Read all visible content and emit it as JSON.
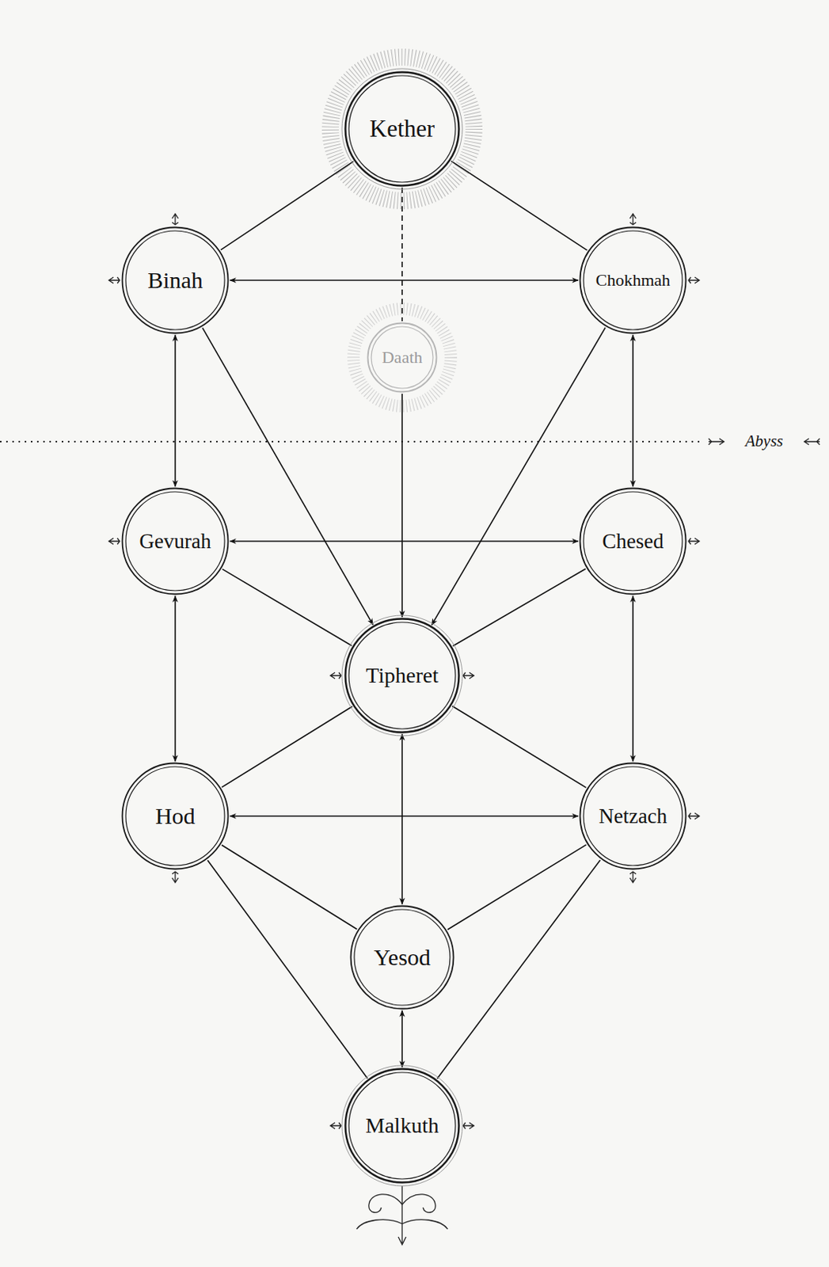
{
  "diagram": {
    "nodes": [
      {
        "text": [
          "Kether"
        ]
      },
      {
        "text": [
          "Binah"
        ]
      },
      {
        "text": [
          "Chokhmah"
        ]
      },
      {
        "text": [
          "Daath"
        ]
      },
      {
        "text": [
          "Gevurah"
        ]
      },
      {
        "text": [
          "Chesed"
        ]
      },
      {
        "text": [
          "Tipheret"
        ]
      },
      {
        "text": [
          "Hod"
        ]
      },
      {
        "text": [
          "Netzach"
        ]
      },
      {
        "text": [
          "Yesod"
        ]
      },
      {
        "text": [
          "Malkuth"
        ]
      }
    ],
    "edges": [
      {
        "from": 0,
        "to": 1,
        "arrow": "none"
      },
      {
        "from": 0,
        "to": 2,
        "arrow": "none"
      },
      {
        "from": 0,
        "to": 3,
        "arrow": "none"
      },
      {
        "from": 1,
        "to": 2,
        "arrow": "both"
      },
      {
        "from": 1,
        "to": 6,
        "arrow": "to"
      },
      {
        "from": 2,
        "to": 6,
        "arrow": "to"
      },
      {
        "from": 3,
        "to": 6,
        "arrow": "to"
      },
      {
        "from": 1,
        "to": 4,
        "arrow": "both"
      },
      {
        "from": 2,
        "to": 5,
        "arrow": "both"
      },
      {
        "from": 4,
        "to": 5,
        "arrow": "both"
      },
      {
        "from": 4,
        "to": 6,
        "arrow": "none"
      },
      {
        "from": 5,
        "to": 6,
        "arrow": "none"
      },
      {
        "from": 4,
        "to": 7,
        "arrow": "both"
      },
      {
        "from": 5,
        "to": 8,
        "arrow": "both"
      },
      {
        "from": 6,
        "to": 7,
        "arrow": "none"
      },
      {
        "from": 6,
        "to": 8,
        "arrow": "none"
      },
      {
        "from": 6,
        "to": 9,
        "arrow": "both"
      },
      {
        "from": 7,
        "to": 8,
        "arrow": "both"
      },
      {
        "from": 7,
        "to": 9,
        "arrow": "none"
      },
      {
        "from": 8,
        "to": 9,
        "arrow": "none"
      },
      {
        "from": 7,
        "to": 10,
        "arrow": "none"
      },
      {
        "from": 8,
        "to": 10,
        "arrow": "none"
      },
      {
        "from": 9,
        "to": 10,
        "arrow": "both"
      }
    ],
    "labels": [
      "Abyss"
    ]
  }
}
